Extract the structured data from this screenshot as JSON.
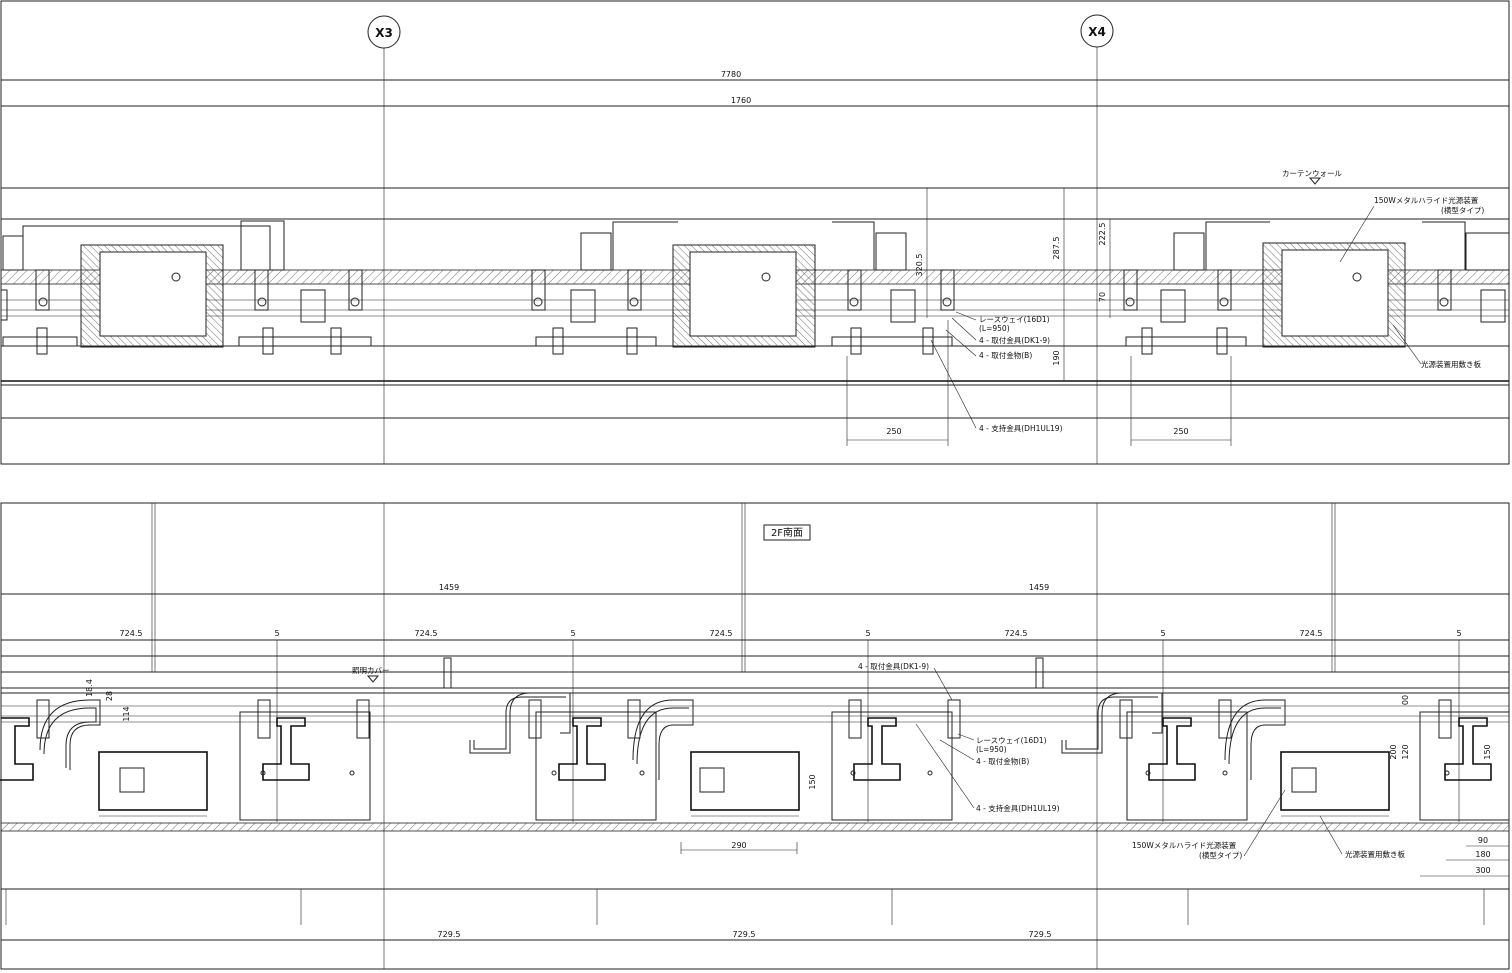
{
  "grid": {
    "x3": "X3",
    "x4": "X4"
  },
  "top": {
    "dims": {
      "overall": "7780",
      "sub": "1760",
      "v320": "320.5",
      "v287": "287.5",
      "v222": "222.5",
      "v70": "70",
      "v190": "190",
      "w250a": "250",
      "w250b": "250"
    },
    "labels": {
      "curtain_wall": "カーテンウォール",
      "lamp_unit_l1": "150Wメタルハライド光源装置",
      "lamp_unit_l2": "(横型タイプ)",
      "raceway_l1": "レースウェイ(16D1)",
      "raceway_l2": "(L=950)",
      "bracket_dk": "4 - 取付金具(DK1-9)",
      "bracket_b": "4 - 取付金物(B)",
      "support": "4 - 支持金具(DH1UL19)",
      "lamp_base": "光源装置用敷き板"
    }
  },
  "bottom": {
    "title": "2F南面",
    "dims": {
      "span_a": "1459",
      "span_b": "1459",
      "d724_1": "724.5",
      "d5_1": "5",
      "d724_2": "724.5",
      "d5_2": "5",
      "d724_3": "724.5",
      "d5_3": "5",
      "d724_4": "724.5",
      "d5_4": "5",
      "d724_5": "724.5",
      "d5_5": "5",
      "v18": "18.4",
      "v28": "28",
      "v114": "114",
      "v150a": "150",
      "v290": "290",
      "v00": "00",
      "v200": "200",
      "v120": "120",
      "v150b": "150",
      "v90": "90",
      "v180": "180",
      "v300": "300",
      "b729_1": "729.5",
      "b729_2": "729.5",
      "b729_3": "729.5"
    },
    "labels": {
      "light_cover": "照明カバー",
      "bracket_dk": "4 - 取付金具(DK1-9)",
      "raceway_l1": "レースウェイ(16D1)",
      "raceway_l2": "(L=950)",
      "bracket_b": "4 - 取付金物(B)",
      "support": "4 - 支持金具(DH1UL19)",
      "lamp_unit_l1": "150Wメタルハライド光源装置",
      "lamp_unit_l2": "(横型タイプ)",
      "lamp_base": "光源装置用敷き板"
    }
  }
}
